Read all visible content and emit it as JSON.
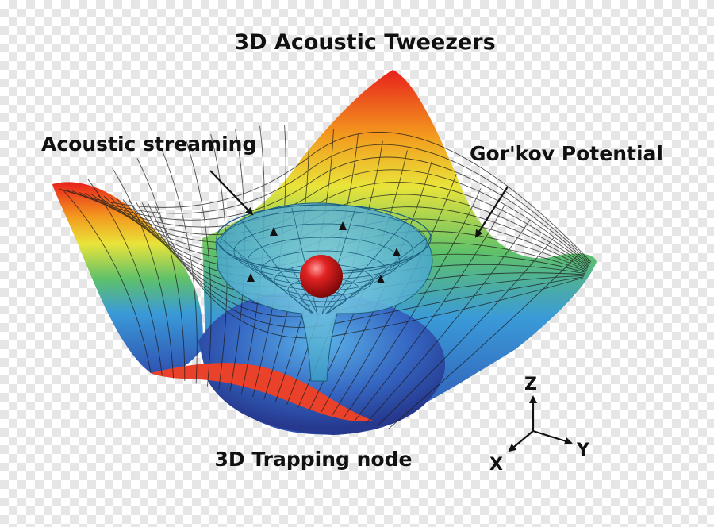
{
  "title": "3D Acoustic Tweezers",
  "labels": {
    "streaming": "Acoustic streaming",
    "potential": "Gor'kov Potential",
    "node": "3D Trapping node"
  },
  "axes": {
    "z": "Z",
    "y": "Y",
    "x": "X"
  },
  "colors": {
    "surface_high": "#e8201c",
    "surface_mid_high": "#f39a1e",
    "surface_mid": "#e9e43a",
    "surface_mid_low": "#5fc16a",
    "surface_low": "#3a9ad8",
    "surface_bottom": "#2f4fb0",
    "funnel": "#4fb7d8",
    "particle": "#d71a1a",
    "mesh": "#1a1a1a"
  }
}
